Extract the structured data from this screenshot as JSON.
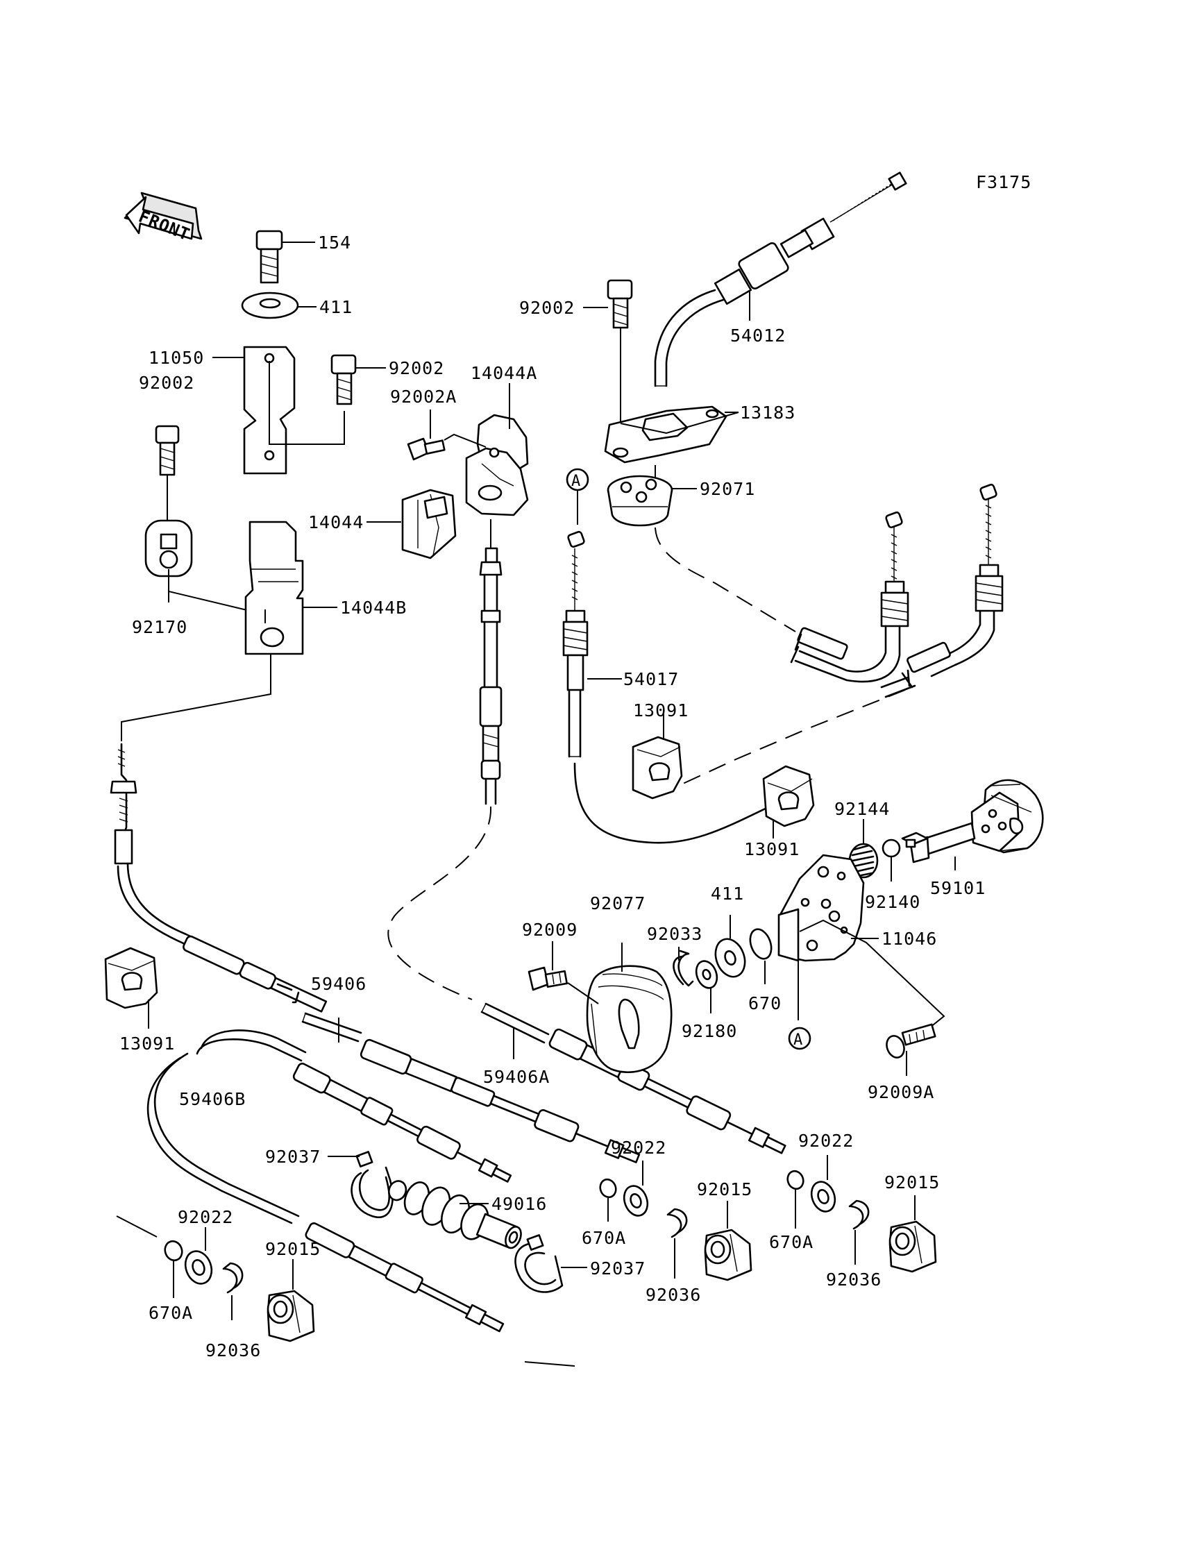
{
  "figure_code": "F3175",
  "front_label": "FRONT",
  "ref_marks": [
    "A",
    "A"
  ],
  "parts": [
    {
      "id": "p154",
      "number": "154"
    },
    {
      "id": "p411a",
      "number": "411"
    },
    {
      "id": "p11050",
      "number": "11050"
    },
    {
      "id": "p92002a",
      "number": "92002"
    },
    {
      "id": "p92002b",
      "number": "92002"
    },
    {
      "id": "p92002A",
      "number": "92002A"
    },
    {
      "id": "p14044A",
      "number": "14044A"
    },
    {
      "id": "p92002c",
      "number": "92002"
    },
    {
      "id": "p54012",
      "number": "54012"
    },
    {
      "id": "p13183",
      "number": "13183"
    },
    {
      "id": "p92071",
      "number": "92071"
    },
    {
      "id": "p14044",
      "number": "14044"
    },
    {
      "id": "p14044B",
      "number": "14044B"
    },
    {
      "id": "p92170",
      "number": "92170"
    },
    {
      "id": "p54017",
      "number": "54017"
    },
    {
      "id": "p13091a",
      "number": "13091"
    },
    {
      "id": "p92144",
      "number": "92144"
    },
    {
      "id": "p13091b",
      "number": "13091"
    },
    {
      "id": "p59101",
      "number": "59101"
    },
    {
      "id": "p92140",
      "number": "92140"
    },
    {
      "id": "p411b",
      "number": "411"
    },
    {
      "id": "p11046",
      "number": "11046"
    },
    {
      "id": "p92077",
      "number": "92077"
    },
    {
      "id": "p92009",
      "number": "92009"
    },
    {
      "id": "p92033",
      "number": "92033"
    },
    {
      "id": "p670",
      "number": "670"
    },
    {
      "id": "p92180",
      "number": "92180"
    },
    {
      "id": "p92009A",
      "number": "92009A"
    },
    {
      "id": "p59406",
      "number": "59406"
    },
    {
      "id": "p13091c",
      "number": "13091"
    },
    {
      "id": "p59406A",
      "number": "59406A"
    },
    {
      "id": "p59406B",
      "number": "59406B"
    },
    {
      "id": "p92037a",
      "number": "92037"
    },
    {
      "id": "p49016",
      "number": "49016"
    },
    {
      "id": "p92022a",
      "number": "92022"
    },
    {
      "id": "p92022b",
      "number": "92022"
    },
    {
      "id": "p92015a",
      "number": "92015"
    },
    {
      "id": "p92015b",
      "number": "92015"
    },
    {
      "id": "p92022c",
      "number": "92022"
    },
    {
      "id": "p670Aa",
      "number": "670A"
    },
    {
      "id": "p670Ab",
      "number": "670A"
    },
    {
      "id": "p92037b",
      "number": "92037"
    },
    {
      "id": "p92036a",
      "number": "92036"
    },
    {
      "id": "p92036b",
      "number": "92036"
    },
    {
      "id": "p92015c",
      "number": "92015"
    },
    {
      "id": "p670Ac",
      "number": "670A"
    },
    {
      "id": "p92036c",
      "number": "92036"
    }
  ]
}
